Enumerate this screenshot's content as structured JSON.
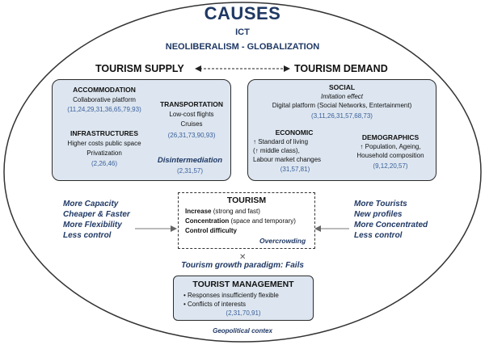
{
  "title": "CAUSES",
  "subtitle1": "ICT",
  "subtitle2": "NEOLIBERALISM - GLOBALIZATION",
  "supply": {
    "heading": "TOURISM SUPPLY",
    "accommodation": {
      "title": "ACCOMMODATION",
      "line1": "Collaborative platform",
      "refs": "(11,24,29,31,36,65,79,93)"
    },
    "transportation": {
      "title": "TRANSPORTATION",
      "line1": "Low-cost flights",
      "line2": "Cruises",
      "refs": "(26,31,73,90,93)"
    },
    "infrastructures": {
      "title": "INFRASTRUCTURES",
      "line1": "Higher costs public space",
      "line2": "Privatization",
      "refs": "(2,26,46)"
    },
    "disintermediation": {
      "title": "Disintermediation",
      "refs": "(2,31,57)"
    },
    "effects": [
      "More Capacity",
      "Cheaper & Faster",
      "More Flexibility",
      "Less control"
    ]
  },
  "demand": {
    "heading": "TOURISM DEMAND",
    "social": {
      "title": "SOCIAL",
      "line1": "Imitation effect",
      "line2": "Digital platform (Social Networks, Entertainment)",
      "refs": "(3,11,26,31,57,68,73)"
    },
    "economic": {
      "title": "ECONOMIC",
      "line1": "↑ Standard of living",
      "line2": "(↑ middle class),",
      "line3": "Labour market changes",
      "refs": "(31,57,81)"
    },
    "demographics": {
      "title": "DEMOGRAPHICS",
      "line1": "↑ Population, Ageing,",
      "line2": "Household composition",
      "refs": "(9,12,20,57)"
    },
    "effects": [
      "More Tourists",
      "New profiles",
      "More Concentrated",
      "Less control"
    ]
  },
  "tourism": {
    "title": "TOURISM",
    "l1_bold": "Increase",
    "l1_rest": " (strong and fast)",
    "l2_bold": "Concentration",
    "l2_rest": " (space and temporary)",
    "l3_bold": "Control difficulty",
    "overcrowding": "Overcrowding"
  },
  "paradigm": "Tourism growth paradigm: Fails",
  "management": {
    "title": "TOURIST MANAGEMENT",
    "bullet1": "Responses insufficiently flexible",
    "bullet2": "Conflicts of interests",
    "refs": "(2,31,70,91)"
  },
  "footer": "Geopolitical contex",
  "colors": {
    "navy": "#1f3864",
    "box_fill": "#dde6f0",
    "refs": "#3a5f9a"
  }
}
